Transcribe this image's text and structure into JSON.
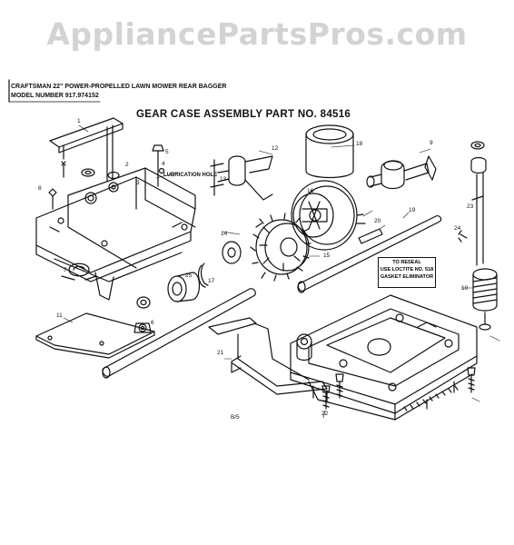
{
  "watermark": "AppliancePartsPros.com",
  "header": {
    "line1": "CRAFTSMAN 22\" POWER-PROPELLED LAWN MOWER REAR BAGGER",
    "line2": "MODEL NUMBER 917.974152"
  },
  "title": "GEAR CASE ASSEMBLY PART NO. 84516",
  "callout_lubrication": "LUBRICATION HOLE",
  "reseal_box": {
    "line1": "TO RESEAL",
    "line2": "USE LOCTITE NO. 518",
    "line3": "GASKET ELIMINATOR"
  },
  "page_label": "B/5",
  "part_numbers": [
    "1",
    "2",
    "3",
    "4",
    "5",
    "6",
    "7",
    "8",
    "9",
    "10",
    "11",
    "12",
    "13",
    "14",
    "15",
    "16",
    "17",
    "18",
    "19",
    "20",
    "21",
    "22",
    "23",
    "24",
    "25"
  ]
}
